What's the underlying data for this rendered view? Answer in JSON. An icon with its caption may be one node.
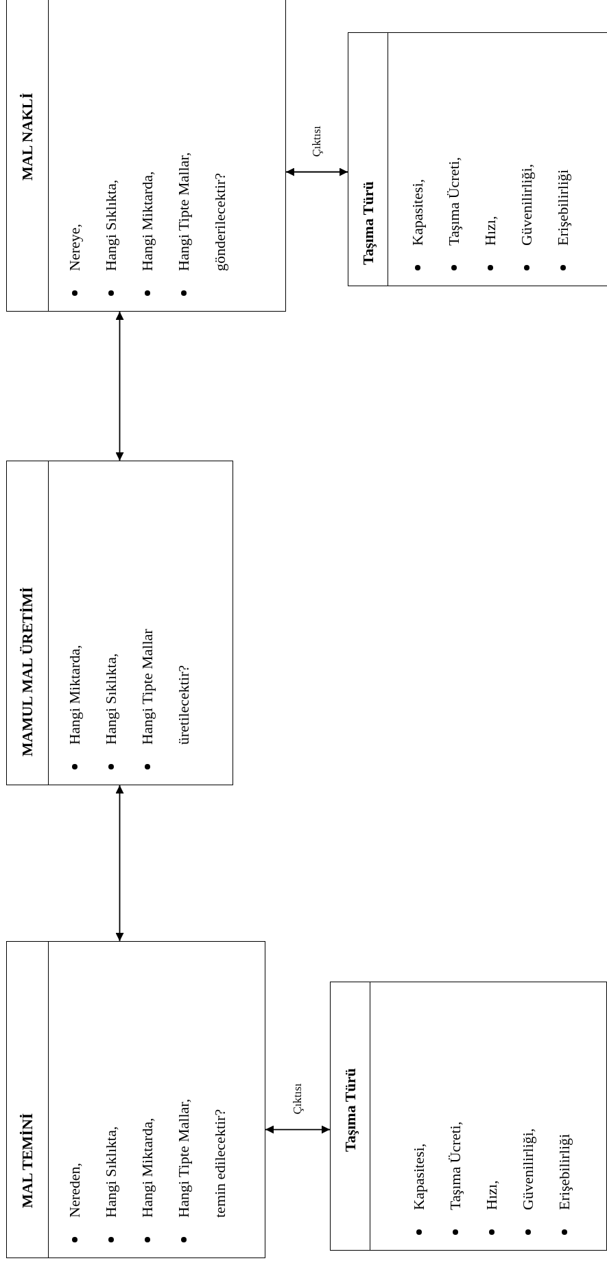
{
  "diagram": {
    "nodes": [
      {
        "text": [
          "MAL TEMİNİ",
          "Nereden,",
          "Hangi Sıklıkta,",
          "Hangi Miktarda,",
          "Hangi Tipte Mallar,",
          "temin edilecektir?"
        ]
      },
      {
        "text": [
          "Taşıma Türü",
          "Kapasitesi,",
          "Taşıma Ücreti,",
          "Hızı,",
          "Güvenilirliği,",
          "Erişebilirliği"
        ]
      },
      {
        "text": [
          "MAMUL MAL ÜRETİMİ",
          "Hangi Miktarda,",
          "Hangi Sıklıkta,",
          "Hangi Tipte Mallar",
          "üretilecektir?"
        ]
      },
      {
        "text": [
          "MAL NAKLİ",
          "Nereye,",
          "Hangi Sıklıkta,",
          "Hangi Miktarda,",
          "Hangi Tipte Mallar,",
          "gönderilecektir?"
        ]
      },
      {
        "text": [
          "Taşıma Türü",
          "Kapasitesi,",
          "Taşıma Ücreti,",
          "Hızı,",
          "Güvenilirliği,",
          "Erişebilirliği"
        ]
      }
    ],
    "edges": [
      {
        "from": 0,
        "to": 2,
        "arrow": "both"
      },
      {
        "from": 0,
        "to": 1,
        "arrow": "both",
        "label": "Çıktısı"
      },
      {
        "from": 2,
        "to": 3,
        "arrow": "both"
      },
      {
        "from": 3,
        "to": 4,
        "arrow": "both",
        "label": "Çıktısı"
      }
    ]
  }
}
